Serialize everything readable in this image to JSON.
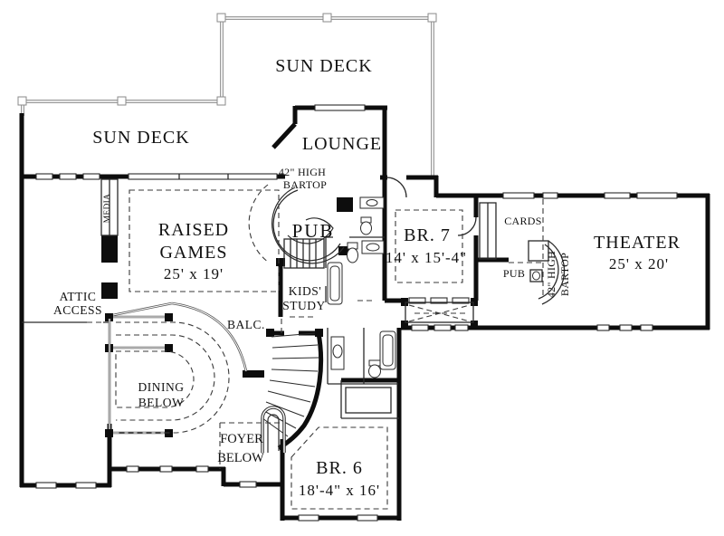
{
  "plan": {
    "type": "floor plan (upper level)",
    "colors": {
      "background": "#ffffff",
      "walls": "#0d0d0d",
      "thin_lines": "#2a2a2a",
      "deck_rail": "#9a9a9a",
      "text": "#111111"
    },
    "labels": {
      "sun_deck_upper": {
        "lines": [
          "SUN DECK"
        ]
      },
      "sun_deck_left": {
        "lines": [
          "SUN DECK"
        ]
      },
      "lounge": {
        "lines": [
          "LOUNGE"
        ]
      },
      "bartop_left": {
        "lines": [
          "42\" HIGH",
          "BARTOP"
        ]
      },
      "pub_main": {
        "lines": [
          "PUB"
        ]
      },
      "media": {
        "lines": [
          "MEDIA"
        ]
      },
      "raised_games": {
        "lines": [
          "RAISED",
          "GAMES",
          "25' x 19'"
        ]
      },
      "attic_access": {
        "lines": [
          "ATTIC",
          "ACCESS"
        ]
      },
      "kids_study": {
        "lines": [
          "KIDS'",
          "STUDY"
        ]
      },
      "balcony": {
        "lines": [
          "BALC."
        ]
      },
      "br7": {
        "lines": [
          "BR. 7",
          "14' x 15'-4\""
        ]
      },
      "cards": {
        "lines": [
          "CARDS"
        ]
      },
      "pub_small": {
        "lines": [
          "PUB"
        ]
      },
      "bartop_right": {
        "lines": [
          "42\" HIGH",
          "BARTOP"
        ]
      },
      "theater": {
        "lines": [
          "THEATER",
          "25' x 20'"
        ]
      },
      "dining_below": {
        "lines": [
          "DINING",
          "BELOW"
        ]
      },
      "foyer_below": {
        "lines": [
          "FOYER",
          "BELOW"
        ]
      },
      "br6": {
        "lines": [
          "BR. 6",
          "18'-4\" x 16'"
        ]
      }
    }
  }
}
